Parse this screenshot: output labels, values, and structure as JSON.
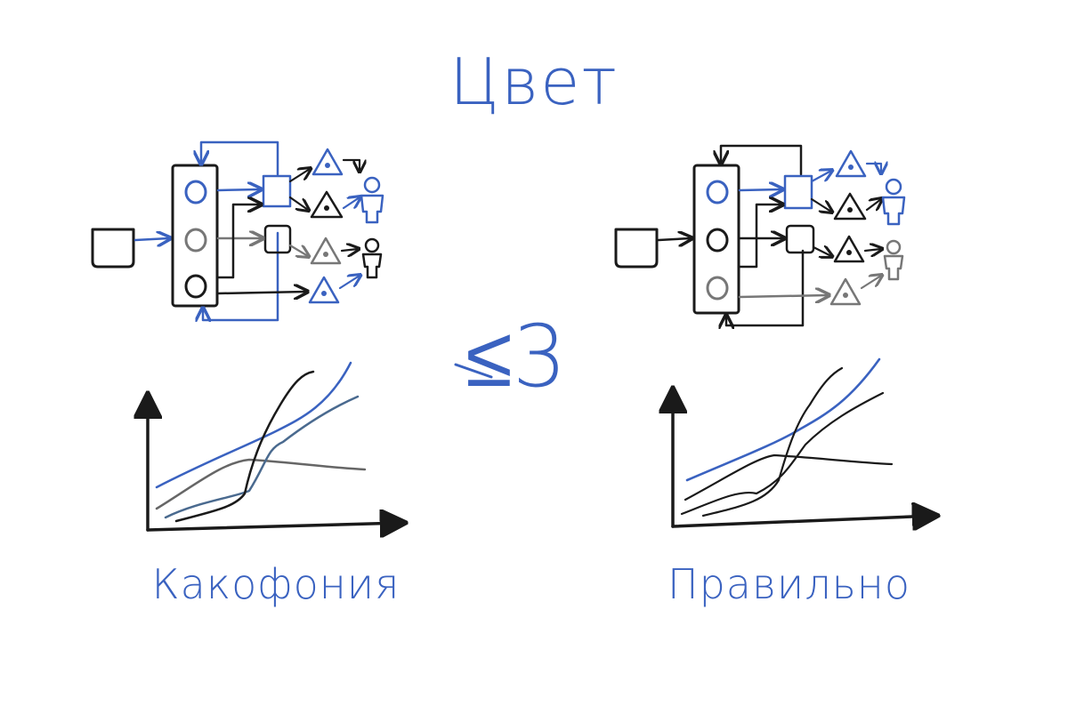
{
  "title": "Цвет",
  "comparison": "≤3",
  "captions": {
    "left": "Какофония",
    "right": "Правильно"
  },
  "colors": {
    "blue": "#3a62c0",
    "black": "#1a1a1a",
    "gray": "#777777",
    "steel": "#4a6a8f"
  }
}
